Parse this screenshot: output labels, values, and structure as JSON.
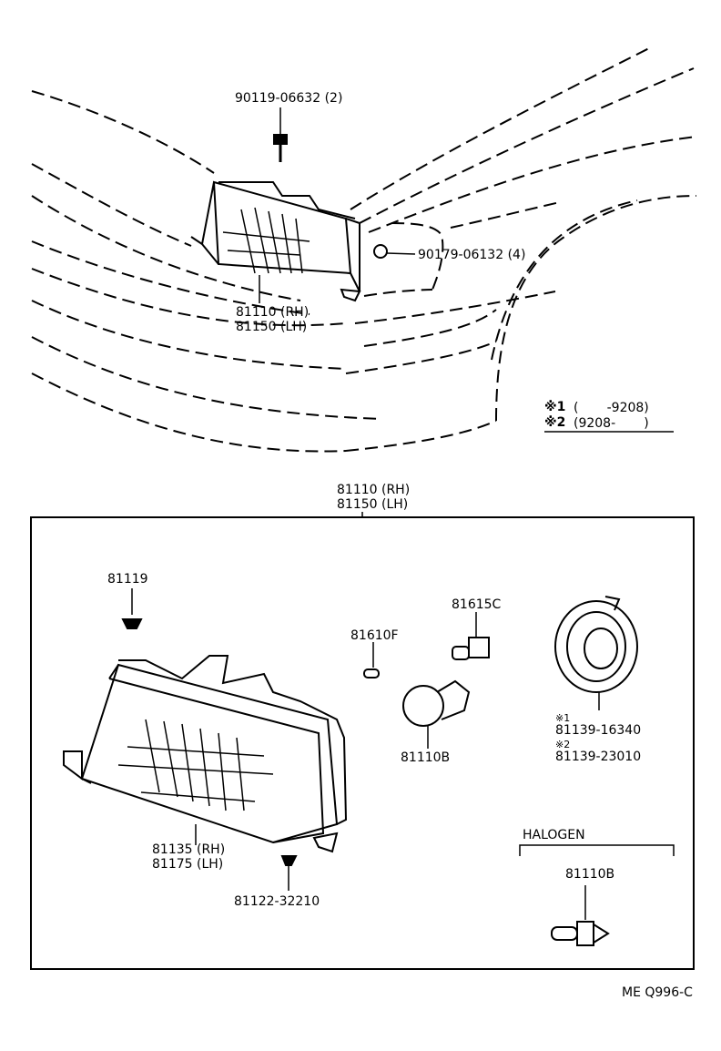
{
  "top_assembly": {
    "bolt_part": "90119-06632 (2)",
    "nut_part": "90179-06132 (4)",
    "headlamp_rh": "81110 (RH)",
    "headlamp_lh": "81150 (LH)"
  },
  "legend": {
    "note1_mark": "※1",
    "note1_range": "(       -9208)",
    "note2_mark": "※2",
    "note2_range": "(9208-       )"
  },
  "detail_box": {
    "header_rh": "81110 (RH)",
    "header_lh": "81150 (LH)",
    "clip_part": "81119",
    "bulb_small_part": "81610F",
    "socket_part": "81615C",
    "bulb_part": "81110B",
    "lens_rh": "81135 (RH)",
    "lens_lh": "81175 (LH)",
    "screw_part": "81122-32210",
    "ring_note1": "※1",
    "ring_part1": "81139-16340",
    "ring_note2": "※2",
    "ring_part2": "81139-23010",
    "halogen_label": "HALOGEN",
    "halogen_bulb_part": "81110B"
  },
  "footer_code": "ME Q996-C"
}
